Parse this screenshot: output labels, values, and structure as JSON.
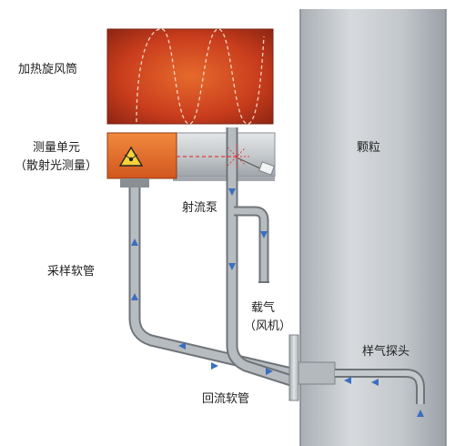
{
  "labels": {
    "heating_cyclone": "加热旋风筒",
    "measuring_unit_line1": "测量单元",
    "measuring_unit_line2": "（散射光测量）",
    "particles": "颗粒",
    "jet_pump": "射流泵",
    "sampling_hose": "采样软管",
    "carrier_gas_line1": "载气",
    "carrier_gas_line2": "（风机）",
    "sample_probe": "样气探头",
    "return_hose": "回流软管"
  },
  "icons": {
    "laser_warning": "laser-warning-icon"
  },
  "colors": {
    "cyclone": "#c0381a",
    "measuring_unit": "#e36b2b",
    "pipe": "#9a9ea2",
    "flow_arrow": "#3a6fc0",
    "laser_line": "#e04040",
    "column": "#b8bec3"
  }
}
